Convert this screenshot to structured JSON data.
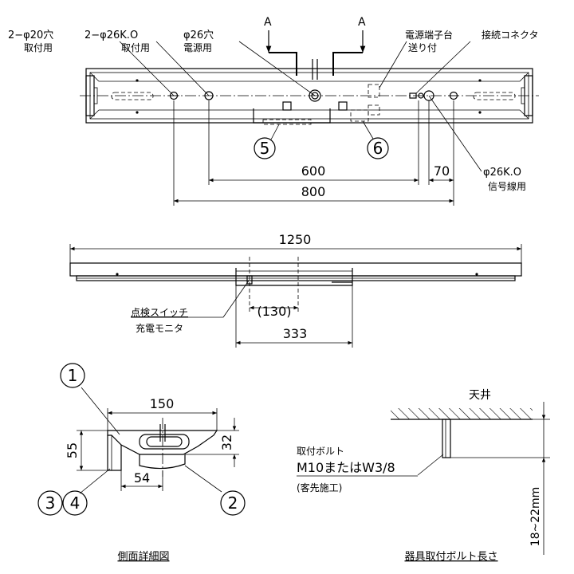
{
  "section_marks": {
    "left": "A",
    "right": "A"
  },
  "top_view": {
    "mount_holes_label": "2−φ20穴",
    "mount_holes_sub": "取付用",
    "knockout_mount_label": "2−φ26K.O",
    "knockout_mount_sub": "取付用",
    "power_hole_label": "φ26穴",
    "power_hole_sub": "電源用",
    "terminal_block_label": "電源端子台",
    "terminal_block_sub": "送り付",
    "connector_label": "接続コネクタ",
    "signal_ko_label": "φ26K.O",
    "signal_ko_sub": "信号線用",
    "balloon_5": "5",
    "balloon_6": "6",
    "dim_600": "600",
    "dim_70": "70",
    "dim_800": "800"
  },
  "front_view": {
    "dim_1250": "1250",
    "switch_label": "点検スイッチ",
    "monitor_label": "充電モニタ",
    "dim_130": "(130)",
    "dim_333": "333"
  },
  "section_view": {
    "balloon_1": "1",
    "balloon_2": "2",
    "balloon_3": "3",
    "balloon_4": "4",
    "dim_150": "150",
    "dim_55": "55",
    "dim_32": "32",
    "dim_54": "54",
    "caption": "側面詳細図"
  },
  "bolt_view": {
    "ceiling_label": "天井",
    "bolt_label_1": "取付ボルト",
    "bolt_label_2": "M10またはW3/8",
    "bolt_label_3": "(客先施工)",
    "dim_length": "18~22mm",
    "caption": "器具取付ボルト長さ"
  }
}
